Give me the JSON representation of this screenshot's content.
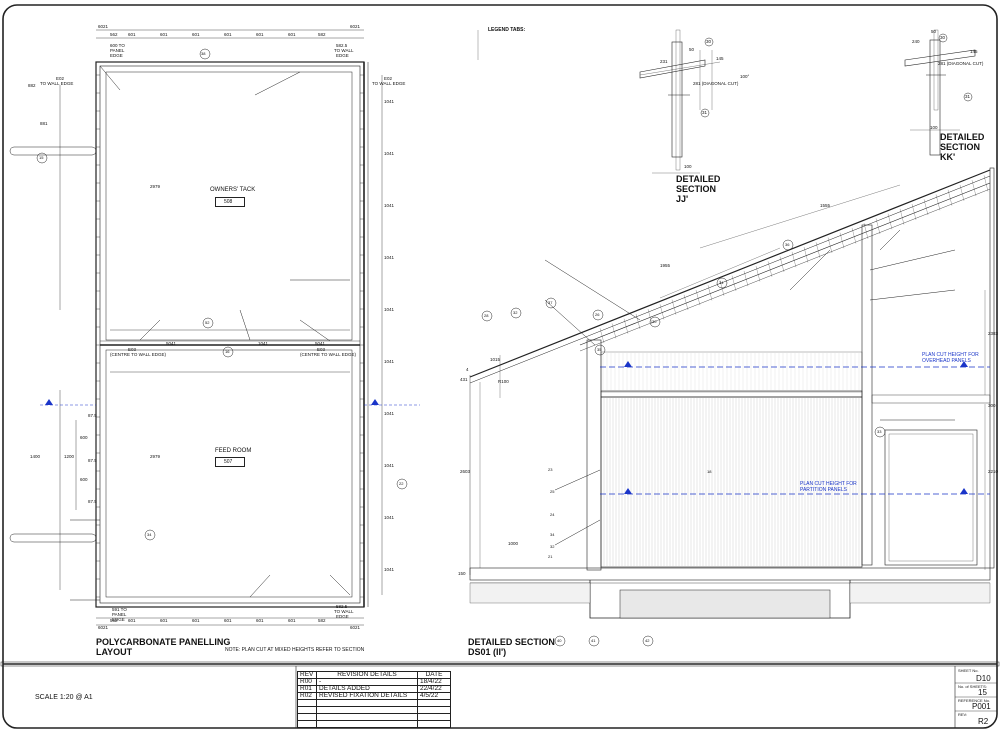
{
  "plan": {
    "title_line1": "POLYCARBONATE PANELLING",
    "title_line2": "LAYOUT",
    "note": "NOTE: PLAN CUT AT MIXED HEIGHTS REFER TO SECTION",
    "owners_tack": "OWNERS' TACK",
    "owners_tack_no": "508",
    "feed_room": "FEED ROOM",
    "feed_room_no": "507",
    "dim_top": [
      "6021",
      "562",
      "601",
      "601",
      "601",
      "601",
      "601",
      "601",
      "582",
      "6021"
    ],
    "dim_top2": [
      "600 TO",
      "PANEL",
      "EDGE"
    ],
    "dim_top_right": [
      "582.5",
      "TO WALL",
      "EDGE"
    ],
    "dim_e02_left": [
      "E02",
      "TO WALL EDGE"
    ],
    "dim_e02_right": [
      "E02",
      "TO WALL EDGE"
    ],
    "dim_left_882": "882",
    "dim_left_881": "881",
    "dim_2979a": "2979",
    "dim_2979b": "2979",
    "dim_right": [
      "1041",
      "1041",
      "1041",
      "1041",
      "1041",
      "1041",
      "1041",
      "1041",
      "1041",
      "1041"
    ],
    "dim_center": [
      "5041",
      "1041",
      "5041"
    ],
    "e03a": [
      "E03",
      "(CENTRE TO WALL EDGE)"
    ],
    "e03b": [
      "E03",
      "(CENTRE TO WALL EDGE)"
    ],
    "dims_mid": [
      "87.5",
      "600",
      "87.5",
      "600",
      "87.5"
    ],
    "dim_1400": "1400",
    "dim_1200": "1200",
    "dim_bottom_left": [
      "591 TO",
      "PANEL",
      "EDGE"
    ],
    "dim_bottom_right": [
      "582.5",
      "TO WALL",
      "EDGE"
    ],
    "dim_bottom": [
      "6021",
      "562",
      "601",
      "601",
      "601",
      "601",
      "601",
      "601",
      "582",
      "6021"
    ],
    "callouts": [
      "38",
      "15",
      "22",
      "16",
      "52",
      "34"
    ]
  },
  "section": {
    "title_line1": "DETAILED SECTION",
    "title_line2": "DS01 (II')",
    "callouts_top": [
      "36",
      "34",
      "35",
      "37",
      "28",
      "32",
      "26",
      "30",
      "33"
    ],
    "callouts_bottom": [
      "40",
      "41",
      "42"
    ],
    "callouts_mid": [
      "18",
      "23",
      "25",
      "24",
      "34",
      "32",
      "21"
    ],
    "plan_cut_overhead": [
      "PLAN CUT HEIGHT FOR",
      "OVERHEAD PANELS"
    ],
    "plan_cut_partition": [
      "PLAN CUT HEIGHT FOR",
      "PARTITION PANELS"
    ],
    "dims_left": [
      "4",
      "431",
      "2603",
      "1015",
      "150"
    ],
    "dim_r100": "R100",
    "dim_1000": "1000",
    "dim_1955": "1955",
    "dim_1555": "1555",
    "dim_2383": "2383",
    "dim_2210": "2210",
    "dim_300": "300"
  },
  "detail_jj": {
    "title_line1": "DETAILED",
    "title_line2": "SECTION",
    "title_line3": "JJ'",
    "dims": [
      "50",
      "30",
      "145",
      "231",
      "31",
      "100"
    ],
    "note": "281 (DIAGONAL CUT)",
    "angle": "100°"
  },
  "detail_kk": {
    "title_line1": "DETAILED",
    "title_line2": "SECTION",
    "title_line3": "KK'",
    "dims": [
      "50",
      "240",
      "30",
      "145",
      "31",
      "100"
    ],
    "note": "281 (DIAGONAL CUT)"
  },
  "legend": {
    "heading": "LEGEND TABS:"
  },
  "scale": "SCALE 1:20 @ A1",
  "revisions": {
    "header_rev": "REV",
    "header_details": "REVISION DETAILS",
    "header_date": "DATE",
    "rows": [
      {
        "rev": "R00",
        "details": "-",
        "date": "18/4/22"
      },
      {
        "rev": "R01",
        "details": "DETAILS ADDED",
        "date": "22/4/22"
      },
      {
        "rev": "R02",
        "details": "REVISED FIXATION DETAILS",
        "date": "4/5/22"
      }
    ]
  },
  "title_block": {
    "sheet_no_label": "SHEET No.",
    "sheet_no": "D10",
    "sheets_label": "No. of SHEETS:",
    "sheets": "15",
    "ref_label": "REFERENCE No.",
    "ref": "P001",
    "rev_label": "REV:",
    "rev": "R2"
  }
}
